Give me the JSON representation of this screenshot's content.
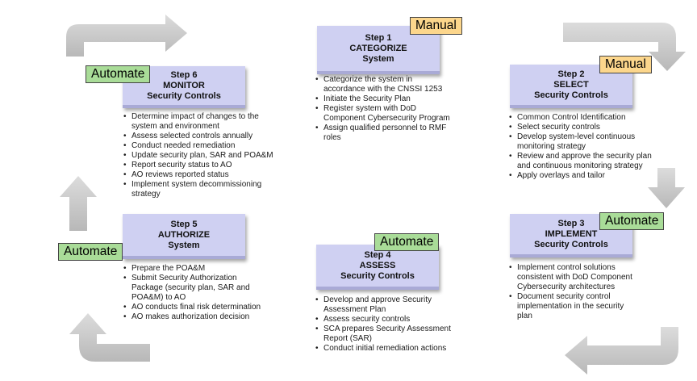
{
  "colors": {
    "step_box": "#cfd0f2",
    "manual_tag": "#fcd68c",
    "automate_tag": "#a9dc98",
    "arrow": "#c6c6c6"
  },
  "steps": [
    {
      "step": "Step 1",
      "title_lines": [
        "CATEGORIZE",
        "System"
      ],
      "tag": "Manual",
      "bullets": [
        "Categorize the system in accordance with the CNSSI 1253",
        "Initiate the Security Plan",
        "Register system with DoD Component Cybersecurity Program",
        "Assign qualified personnel to RMF roles"
      ]
    },
    {
      "step": "Step 2",
      "title_lines": [
        "SELECT",
        "Security Controls"
      ],
      "tag": "Manual",
      "bullets": [
        "Common Control Identification",
        "Select security controls",
        "Develop system-level continuous monitoring strategy",
        "Review and approve the security plan and continuous monitoring strategy",
        "Apply overlays and tailor"
      ]
    },
    {
      "step": "Step 3",
      "title_lines": [
        "IMPLEMENT",
        "Security Controls"
      ],
      "tag": "Automate",
      "bullets": [
        "Implement control solutions consistent with DoD Component Cybersecurity architectures",
        "Document security control implementation in the security plan"
      ]
    },
    {
      "step": "Step 4",
      "title_lines": [
        "ASSESS",
        "Security Controls"
      ],
      "tag": "Automate",
      "bullets": [
        "Develop and approve Security Assessment Plan",
        "Assess security controls",
        "SCA prepares Security Assessment Report (SAR)",
        "Conduct initial remediation actions"
      ]
    },
    {
      "step": "Step 5",
      "title_lines": [
        "AUTHORIZE",
        "System"
      ],
      "tag": "Automate",
      "bullets": [
        "Prepare the POA&M",
        "Submit Security Authorization Package (security plan, SAR and POA&M) to AO",
        "AO conducts final risk determination",
        "AO makes authorization decision"
      ]
    },
    {
      "step": "Step 6",
      "title_lines": [
        "MONITOR",
        "Security Controls"
      ],
      "tag": "Automate",
      "bullets": [
        "Determine impact of changes to the system and environment",
        "Assess selected controls annually",
        "Conduct needed remediation",
        "Update security plan, SAR and POA&M",
        "Report security status to AO",
        "AO reviews reported status",
        "Implement system decommissioning strategy"
      ]
    }
  ]
}
